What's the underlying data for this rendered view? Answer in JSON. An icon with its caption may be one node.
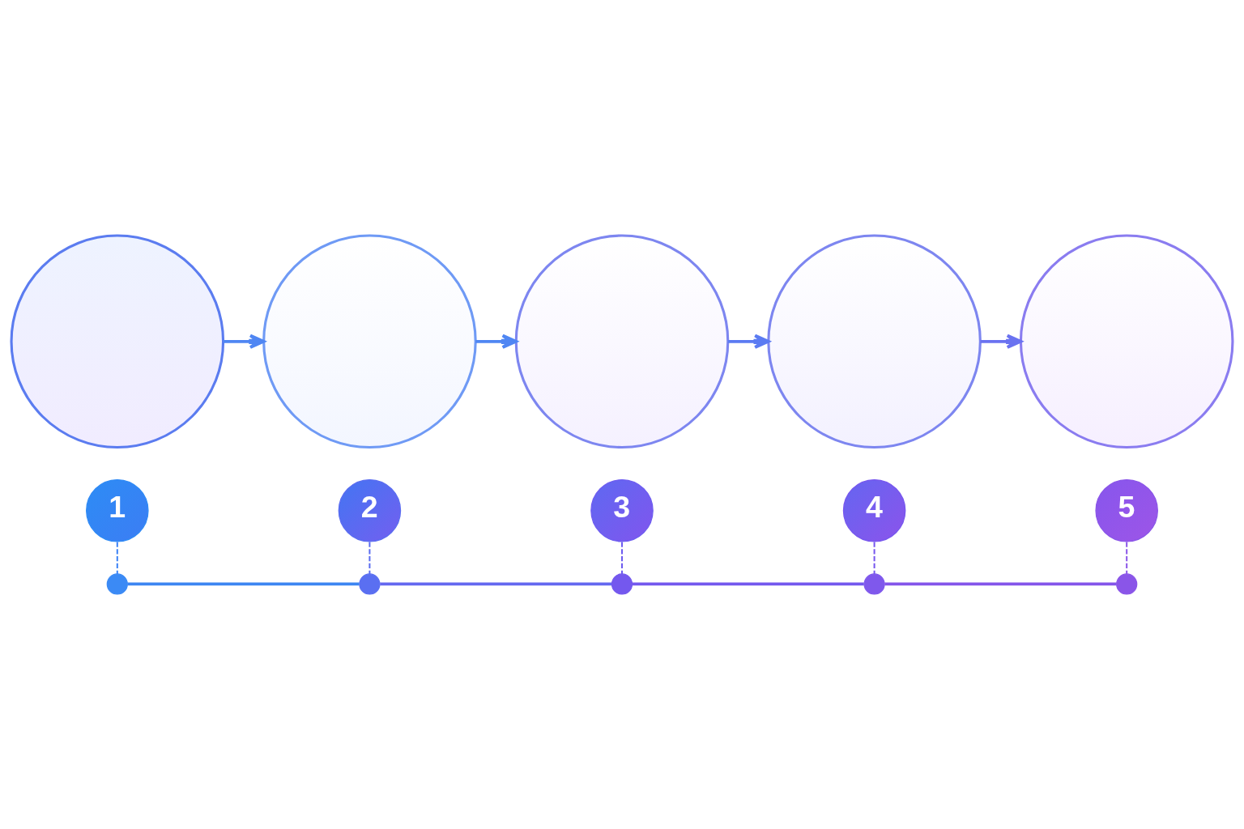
{
  "diagram": {
    "nodes": [
      {
        "text": [],
        "shape": "picture"
      },
      {
        "text": [],
        "shape": "picture"
      },
      {
        "text": [],
        "shape": "picture"
      },
      {
        "text": [],
        "shape": "picture"
      },
      {
        "text": [],
        "shape": "picture"
      },
      {
        "text": [
          "1"
        ]
      },
      {
        "text": [
          "2"
        ]
      },
      {
        "text": [
          "3"
        ]
      },
      {
        "text": [
          "4"
        ]
      },
      {
        "text": [
          "5"
        ]
      },
      {
        "text": [],
        "shape": "circle"
      },
      {
        "text": [],
        "shape": "circle"
      },
      {
        "text": [],
        "shape": "circle"
      },
      {
        "text": [],
        "shape": "circle"
      },
      {
        "text": [],
        "shape": "circle"
      }
    ],
    "edges": [
      {
        "from": 0,
        "to": 1,
        "arrow": "to",
        "color": "#4f86f3"
      },
      {
        "from": 1,
        "to": 2,
        "arrow": "to",
        "color": "#4f86f3"
      },
      {
        "from": 2,
        "to": 3,
        "arrow": "to",
        "color": "#5b7bf2"
      },
      {
        "from": 3,
        "to": 4,
        "arrow": "to",
        "color": "#6a72f0"
      },
      {
        "from": 5,
        "to": 10,
        "arrow": "none",
        "style": "dashed",
        "color": "#3b82f6"
      },
      {
        "from": 6,
        "to": 11,
        "arrow": "none",
        "style": "dashed",
        "color": "#5a6cf0"
      },
      {
        "from": 7,
        "to": 12,
        "arrow": "none",
        "style": "dashed",
        "color": "#6d5cf0"
      },
      {
        "from": 8,
        "to": 13,
        "arrow": "none",
        "style": "dashed",
        "color": "#7656ee"
      },
      {
        "from": 9,
        "to": 14,
        "arrow": "none",
        "style": "dashed",
        "color": "#8a55e8"
      },
      {
        "from": 10,
        "to": 11,
        "arrow": "none",
        "color": "#3d86f2"
      },
      {
        "from": 11,
        "to": 12,
        "arrow": "none",
        "color": "#6468f0"
      },
      {
        "from": 12,
        "to": 13,
        "arrow": "none",
        "color": "#7458ee"
      },
      {
        "from": 13,
        "to": 14,
        "arrow": "none",
        "color": "#8455ea"
      }
    ]
  }
}
